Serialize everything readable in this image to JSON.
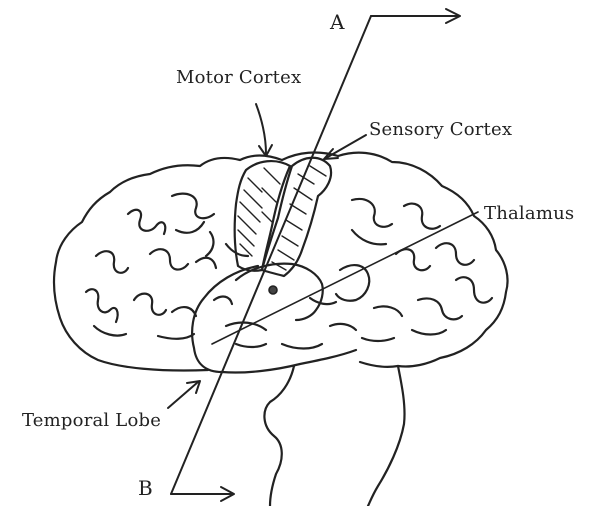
{
  "labels": {
    "motor_cortex": "Motor Cortex",
    "sensory_cortex": "Sensory Cortex",
    "thalamus": "Thalamus",
    "temporal_lobe": "Temporal Lobe",
    "section_a": "A",
    "section_b": "B"
  },
  "colors": {
    "ink": "#222222",
    "background": "#ffffff"
  }
}
